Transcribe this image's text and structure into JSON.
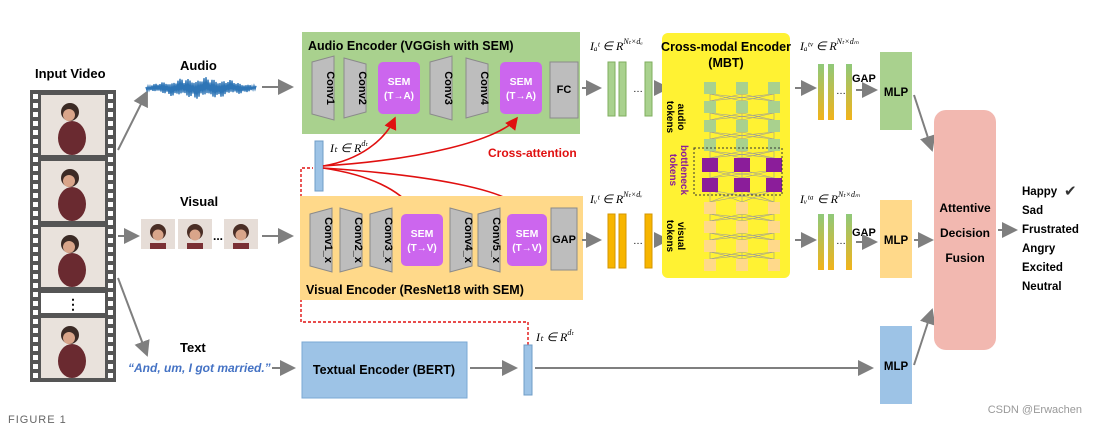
{
  "input": {
    "title": "Input Video",
    "audio_label": "Audio",
    "visual_label": "Visual",
    "text_label": "Text",
    "transcript": "“And, um, I got married.”",
    "ellipsis": "⋮",
    "frame_dots": "..."
  },
  "audio_encoder": {
    "title": "Audio Encoder (VGGish with SEM)",
    "blocks": [
      "Conv1",
      "Conv2",
      "Conv3",
      "Conv4"
    ],
    "sem1": [
      "SEM",
      "(T→A)"
    ],
    "sem2": [
      "SEM",
      "(T→A)"
    ],
    "fc": "FC"
  },
  "visual_encoder": {
    "title": "Visual Encoder (ResNet18 with SEM)",
    "blocks": [
      "Conv1_x",
      "Conv2_x",
      "Conv3_x",
      "Conv4_x",
      "Conv5_x"
    ],
    "sem1": [
      "SEM",
      "(T→V)"
    ],
    "sem2": [
      "SEM",
      "(T→V)"
    ],
    "gap": "GAP"
  },
  "text_encoder": {
    "title": "Textual Encoder (BERT)"
  },
  "cross_attention": "Cross-attention",
  "math": {
    "it_top": "Iₜ ∈ R",
    "it_top_sup": "dₜ",
    "it_bottom": "Iₜ ∈ R",
    "it_bottom_sup": "dₜ",
    "ia": "Iₐᵗ ∈ R",
    "ia_sup": "Nₜ×dₐ",
    "iv": "Iᵥᵗ ∈ R",
    "iv_sup": "Nₜ×dᵥ",
    "iatv": "Iₐᵗᵛ ∈ R",
    "iatv_sup": "Nₜ×dₘ",
    "ivta": "Iᵥᵗᵃ ∈ R",
    "ivta_sup": "Nₜ×dₘ"
  },
  "mbt": {
    "title_line1": "Cross-modal Encoder",
    "title_line2": "(MBT)",
    "audio_tokens": [
      "audio",
      "tokens"
    ],
    "bottleneck_tokens": [
      "bottleneck",
      "tokens"
    ],
    "visual_tokens": [
      "visual",
      "tokens"
    ]
  },
  "heads": {
    "gap_top": "GAP",
    "gap_bottom": "GAP",
    "mlp": "MLP"
  },
  "fusion": [
    "Attentive",
    "Decision",
    "Fusion"
  ],
  "emotions": [
    "Happy",
    "Sad",
    "Frustrated",
    "Angry",
    "Excited",
    "Neutral"
  ],
  "checkmark": "✔",
  "caption": "FIGURE 1",
  "watermark": "CSDN @Erwachen",
  "colors": {
    "audio_panel": "#a9d18e",
    "visual_panel": "#ffd98a",
    "sem": "#cc66ee",
    "mbt": "#fff233",
    "bottleneck": "#8b1d9a",
    "fusion": "#f2b8b0",
    "text_encoder": "#9dc3e6",
    "cross_attention": "#e01010"
  }
}
